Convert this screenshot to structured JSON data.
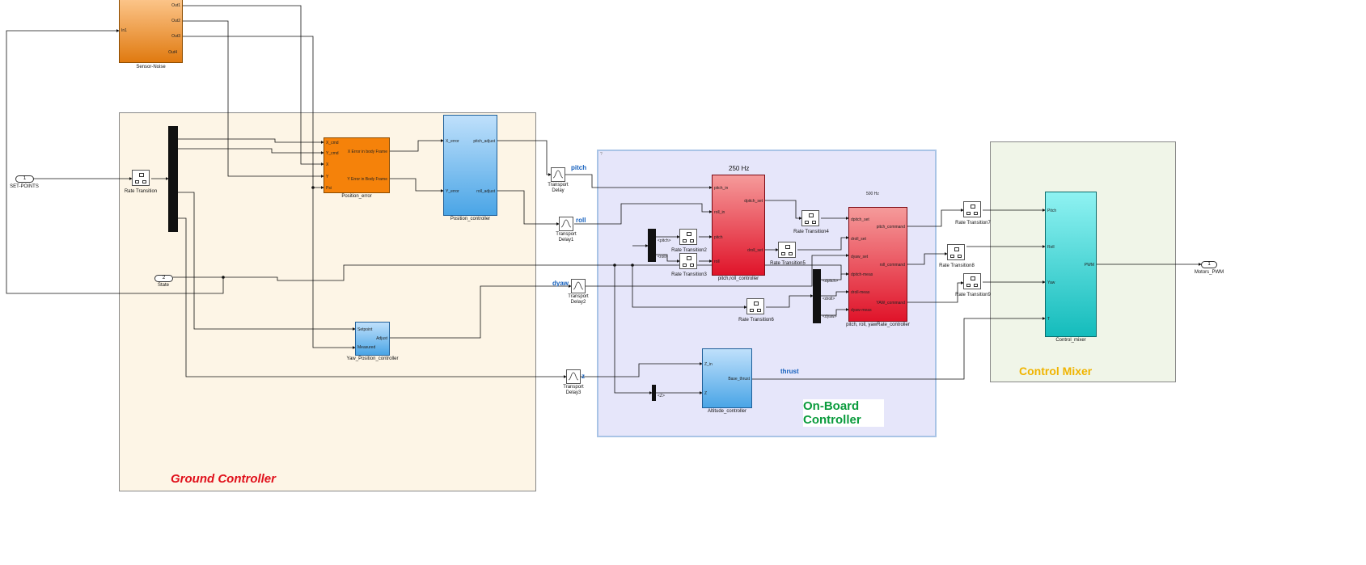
{
  "sensor_noise": {
    "name": "Sensor-Noise",
    "in_port": "In1",
    "out_ports": [
      "Out1",
      "Out2",
      "Out3",
      "Out4"
    ]
  },
  "inports": [
    {
      "number": "1",
      "name": "SET-POINTS"
    },
    {
      "number": "2",
      "name": "State"
    }
  ],
  "outport": {
    "number": "1",
    "name": "Motors_PWM"
  },
  "rate_transitions": [
    "Rate Transition",
    "Rate Transition2",
    "Rate Transition3",
    "Rate Transition4",
    "Rate Transition5",
    "Rate Transition6",
    "Rate Transition7",
    "Rate Transition8",
    "Rate Transition9"
  ],
  "transport_delays": [
    [
      "Transport",
      "Delay"
    ],
    [
      "Transport",
      "Delay1"
    ],
    [
      "Transport",
      "Delay2"
    ],
    [
      "Transport",
      "Delay3"
    ]
  ],
  "signals": {
    "pitch": "pitch",
    "roll": "roll",
    "dyaw": "dyaw",
    "z": "z",
    "thrust": "thrust"
  },
  "position_error": {
    "name": "Position_error",
    "in_ports": [
      "X_cmd",
      "Y_cmd",
      "X",
      "Y",
      "Psi"
    ],
    "out_ports": [
      "X Error in body Frame",
      "Y Error in Body Frame"
    ]
  },
  "position_controller": {
    "name": "Position_controller",
    "in_ports": [
      "X_error",
      "Y_error"
    ],
    "out_ports": [
      "pitch_adjust",
      "roll_adjust"
    ]
  },
  "yaw_controller": {
    "name": "Yaw_Position_controller",
    "in_ports": [
      "Setpoint",
      "Measured"
    ],
    "out_port": "Adjust"
  },
  "altitude_controller": {
    "name": "Altitude_controller",
    "in_ports": [
      "Z_in",
      "Z"
    ],
    "out_port": "Base_thrust"
  },
  "pitch_roll_controller": {
    "name": "pitch,roll_controller",
    "rate_label": "250 Hz",
    "in_ports": [
      "pitch_in",
      "roll_in",
      "pitch",
      "roll"
    ],
    "out_ports": [
      "dpitch_set",
      "droll_set"
    ]
  },
  "yaw_rate_controller": {
    "name": "pitch, roll, yawRate_controller",
    "rate_label": "500 Hz",
    "in_ports": [
      "dpitch_set",
      "droll_set",
      "dyaw_set",
      "dpitch-meas",
      "droll-meas",
      "dyaw-meas"
    ],
    "out_ports": [
      "pitch_command",
      "roll_command",
      "YAW_command"
    ]
  },
  "control_mixer": {
    "name": "Control_mixer",
    "in_ports": [
      "Pitch",
      "Roll",
      "Yaw",
      "T"
    ],
    "out_port": "PWM"
  },
  "selector_labels": {
    "pitch": "<pitch>",
    "roll": "<roll>",
    "dpitch": "<dpitch>",
    "droll": "<droll>",
    "dyaw": "<dyaw>",
    "z": "<Z>"
  },
  "areas": {
    "ground": "Ground Controller",
    "onboard_line1": "On-Board",
    "onboard_line2": "Controller",
    "mixer": "Control Mixer",
    "onboard_mark": "?"
  },
  "colors": {
    "ground_text": "#e0101b",
    "onboard_text": "#0a9b3c",
    "mixer_text": "#f0b400",
    "signal_text": "#1560bd"
  }
}
